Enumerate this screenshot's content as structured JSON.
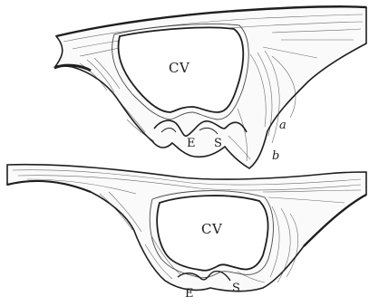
{
  "figure": {
    "panel_a": {
      "cavity_label": "CV",
      "left_fold_label": "E",
      "right_fold_label": "S",
      "panel_label": "a"
    },
    "panel_b": {
      "cavity_label": "CV",
      "left_fold_label": "E",
      "right_fold_label": "S",
      "panel_label": "b"
    }
  },
  "colors": {
    "ink": "#1e1e1e",
    "paper": "#ffffff"
  }
}
